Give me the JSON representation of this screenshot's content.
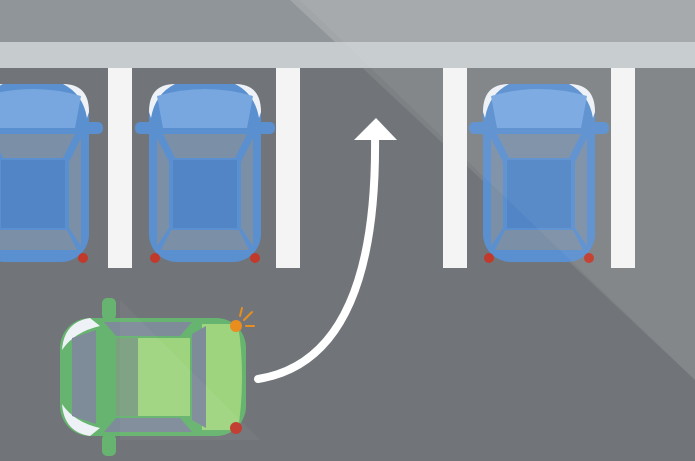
{
  "scene": {
    "subject": "parking-lot",
    "colors": {
      "asphalt": "#717579",
      "asphalt_light": "#85898c",
      "curb": "#c6cbcd",
      "lines": "#f4f4f4",
      "parked_car": "#5a8fd0",
      "parked_car_light": "#78a7e0",
      "parked_car_glass": "#7b8fa6",
      "moving_car": "#66b46f",
      "moving_car_light": "#9fd47f",
      "moving_car_glass": "#7e8b99",
      "tail_light": "#c0392b",
      "indicator": "#e88d1e",
      "arrow": "#ffffff"
    },
    "parked_cars": [
      {
        "name": "parked-car-1"
      },
      {
        "name": "parked-car-2"
      },
      {
        "name": "parked-car-3"
      }
    ],
    "spaces": {
      "empty_spaces": 1,
      "occupied_spaces": 3
    },
    "moving_car": {
      "name": "moving-car",
      "indicator": "on"
    },
    "arrow_icon": "curved-arrow-icon"
  }
}
